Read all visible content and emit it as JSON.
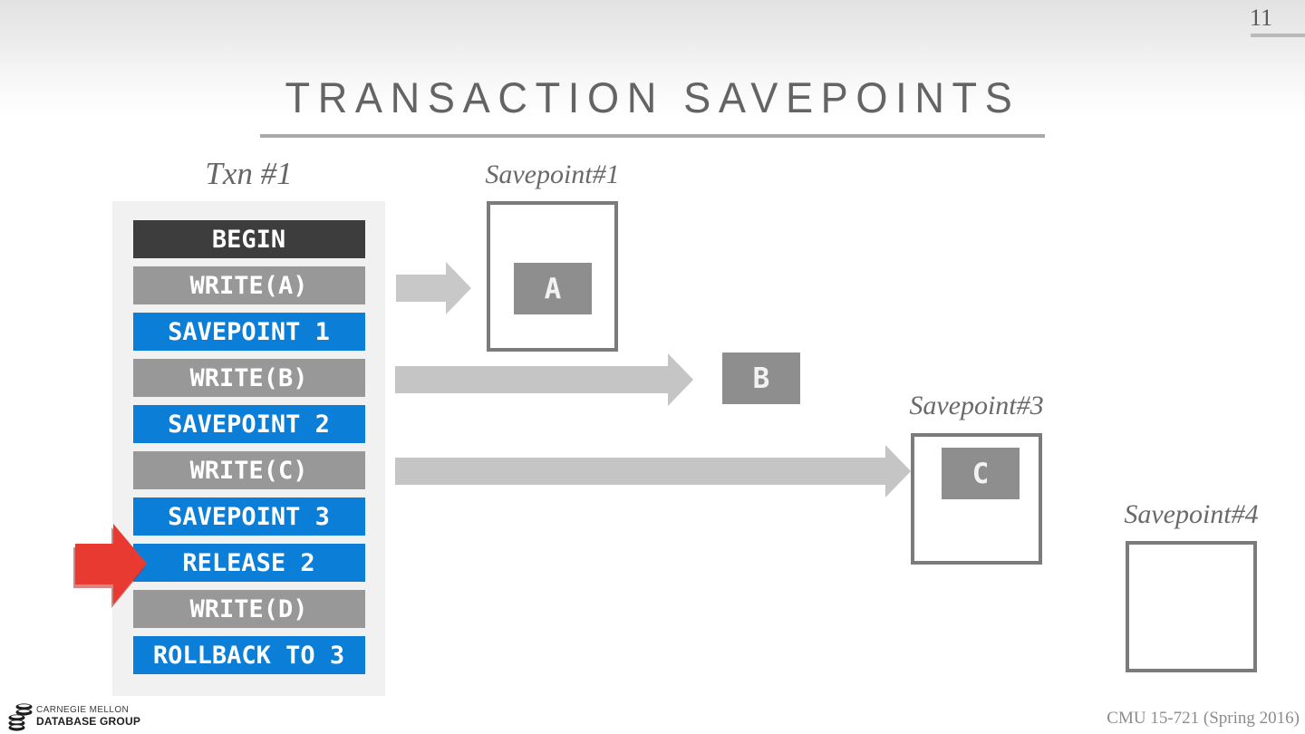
{
  "slide": {
    "page_number": "11",
    "title": "TRANSACTION SAVEPOINTS"
  },
  "txn": {
    "label": "Txn #1",
    "operations": [
      {
        "label": "BEGIN",
        "kind": "begin"
      },
      {
        "label": "WRITE(A)",
        "kind": "write"
      },
      {
        "label": "SAVEPOINT 1",
        "kind": "savepoint"
      },
      {
        "label": "WRITE(B)",
        "kind": "write"
      },
      {
        "label": "SAVEPOINT 2",
        "kind": "savepoint"
      },
      {
        "label": "WRITE(C)",
        "kind": "write"
      },
      {
        "label": "SAVEPOINT 3",
        "kind": "savepoint"
      },
      {
        "label": "RELEASE 2",
        "kind": "savepoint"
      },
      {
        "label": "WRITE(D)",
        "kind": "write"
      },
      {
        "label": "ROLLBACK TO 3",
        "kind": "savepoint"
      }
    ],
    "highlighted_operation": "RELEASE 2"
  },
  "snapshots": {
    "savepoint1": {
      "label": "Savepoint#1",
      "object": "A"
    },
    "object_b": "B",
    "savepoint3": {
      "label": "Savepoint#3",
      "object": "C"
    },
    "savepoint4": {
      "label": "Savepoint#4"
    }
  },
  "icons": {
    "flow_arrow": "gray-right-block-arrow",
    "highlight_arrow": "red-right-block-arrow",
    "logo_icon": "database-stack"
  },
  "footer": {
    "logo_line1": "CARNEGIE MELLON",
    "logo_line2": "DATABASE GROUP",
    "course": "CMU 15-721 (Spring 2016)"
  },
  "colors": {
    "savepoint_blue": "#0b7ed8",
    "begin_dark": "#3d3d3d",
    "write_gray": "#989898",
    "object_gray": "#8e8e8e",
    "snapshot_border_gray": "#7b7b7b",
    "arrow_gray": "#c5c5c5",
    "highlight_red": "#e93a31",
    "title_gray": "#646464",
    "txn_panel_gray": "#f1f1f1"
  }
}
